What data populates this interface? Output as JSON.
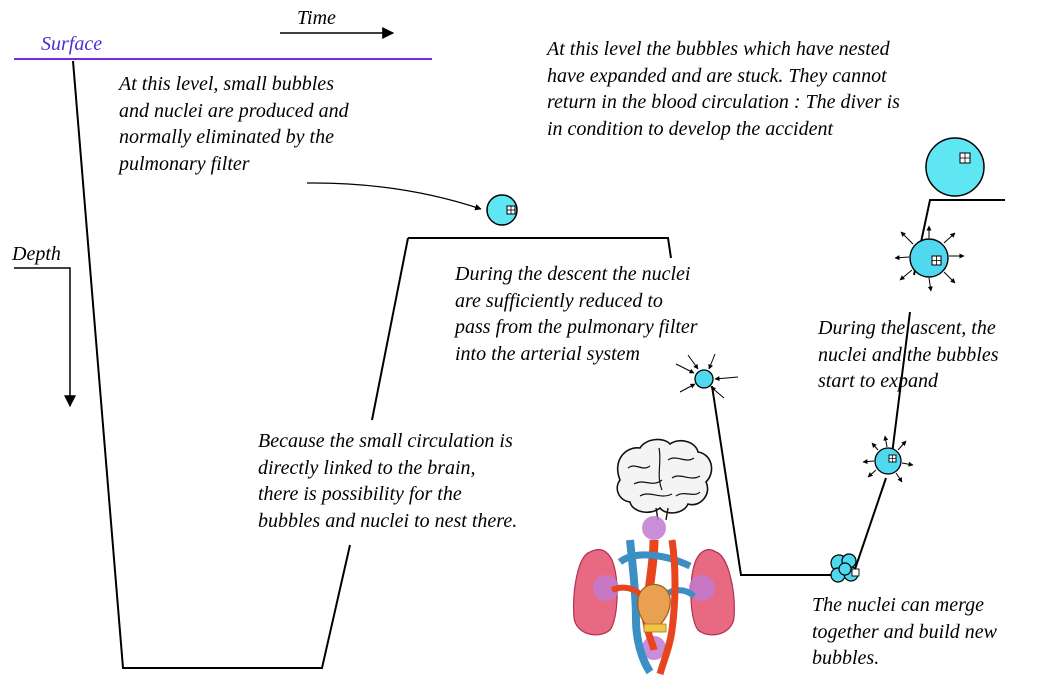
{
  "labels": {
    "surface": "Surface",
    "time": "Time",
    "depth": "Depth"
  },
  "annotations": {
    "production": [
      "At this level, small bubbles",
      "and nuclei are produced and",
      "normally eliminated by the",
      "pulmonary filter"
    ],
    "stuck": [
      "At this level the bubbles which have nested",
      "have expanded  and are stuck. They cannot",
      "return in the blood circulation : The diver is",
      "in condition to develop the accident"
    ],
    "descent": [
      "During the descent the nuclei",
      "are sufficiently reduced to",
      "pass from the pulmonary filter",
      "into the arterial system"
    ],
    "ascent": [
      "During the ascent, the",
      "nuclei and the bubbles",
      "start to expand"
    ],
    "brain": [
      "Because the small circulation is",
      "directly linked to the brain,",
      "there is possibility for the",
      "bubbles and nuclei to nest there."
    ],
    "merge": [
      "The nuclei can merge",
      "together and build new",
      "bubbles."
    ]
  },
  "colors": {
    "surface_line": "#7a2be0",
    "surface_text": "#4b2fd6",
    "bubble": "#5ee6f2",
    "bubble_bright": "#4fd8ee",
    "lung": "#e05b73",
    "artery": "#e8451f",
    "vein": "#3b8fc4"
  },
  "icons": [
    "time-arrow-icon",
    "depth-arrow-icon",
    "bubble-icon",
    "brain-icon",
    "heart-lungs-icon"
  ]
}
